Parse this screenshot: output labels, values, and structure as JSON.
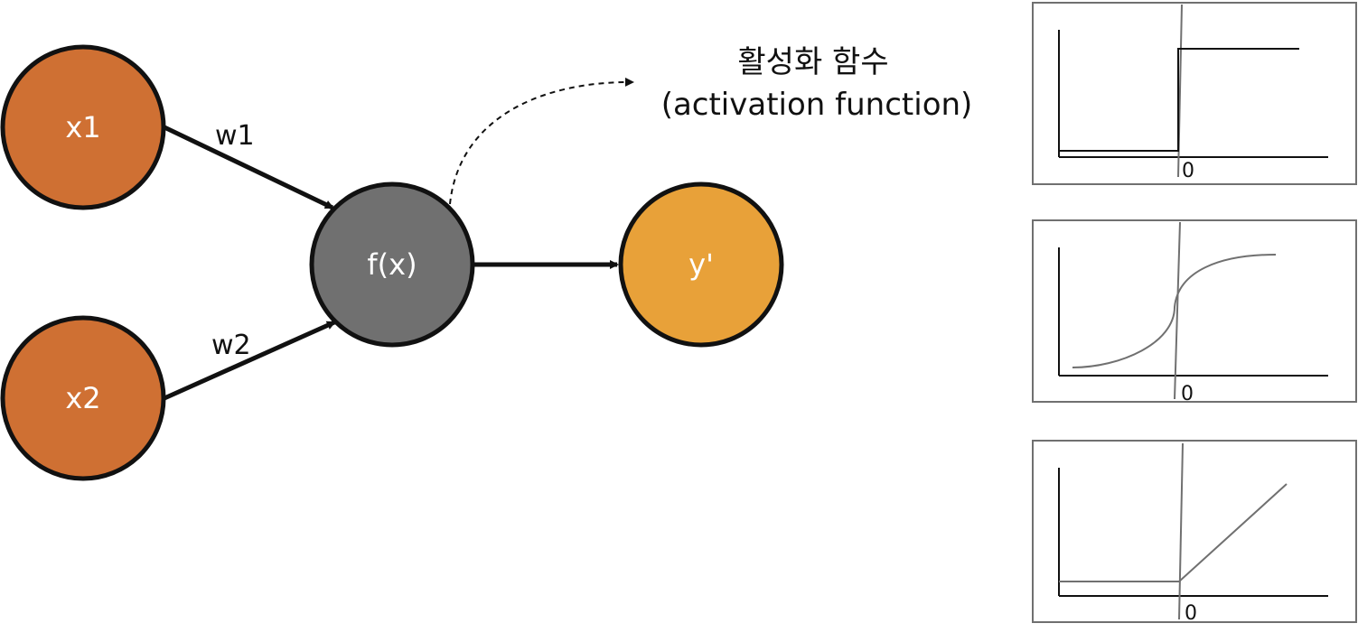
{
  "nodes": {
    "x1": {
      "label": "x1",
      "color": "#CF7033"
    },
    "x2": {
      "label": "x2",
      "color": "#CF7033"
    },
    "f": {
      "label": "f(x)",
      "color": "#707070"
    },
    "y": {
      "label": "y'",
      "color": "#E8A139"
    }
  },
  "edges": {
    "w1": {
      "label": "w1"
    },
    "w2": {
      "label": "w2"
    }
  },
  "callout": {
    "title_ko": "활성화 함수",
    "title_en": "(activation function)"
  },
  "activation_panels": [
    {
      "function": "step",
      "zero_label": "0"
    },
    {
      "function": "sigmoid",
      "zero_label": "0"
    },
    {
      "function": "relu",
      "zero_label": "0"
    }
  ],
  "colors": {
    "outline": "#111111",
    "panel_border": "#707070",
    "curve": "#707070"
  }
}
